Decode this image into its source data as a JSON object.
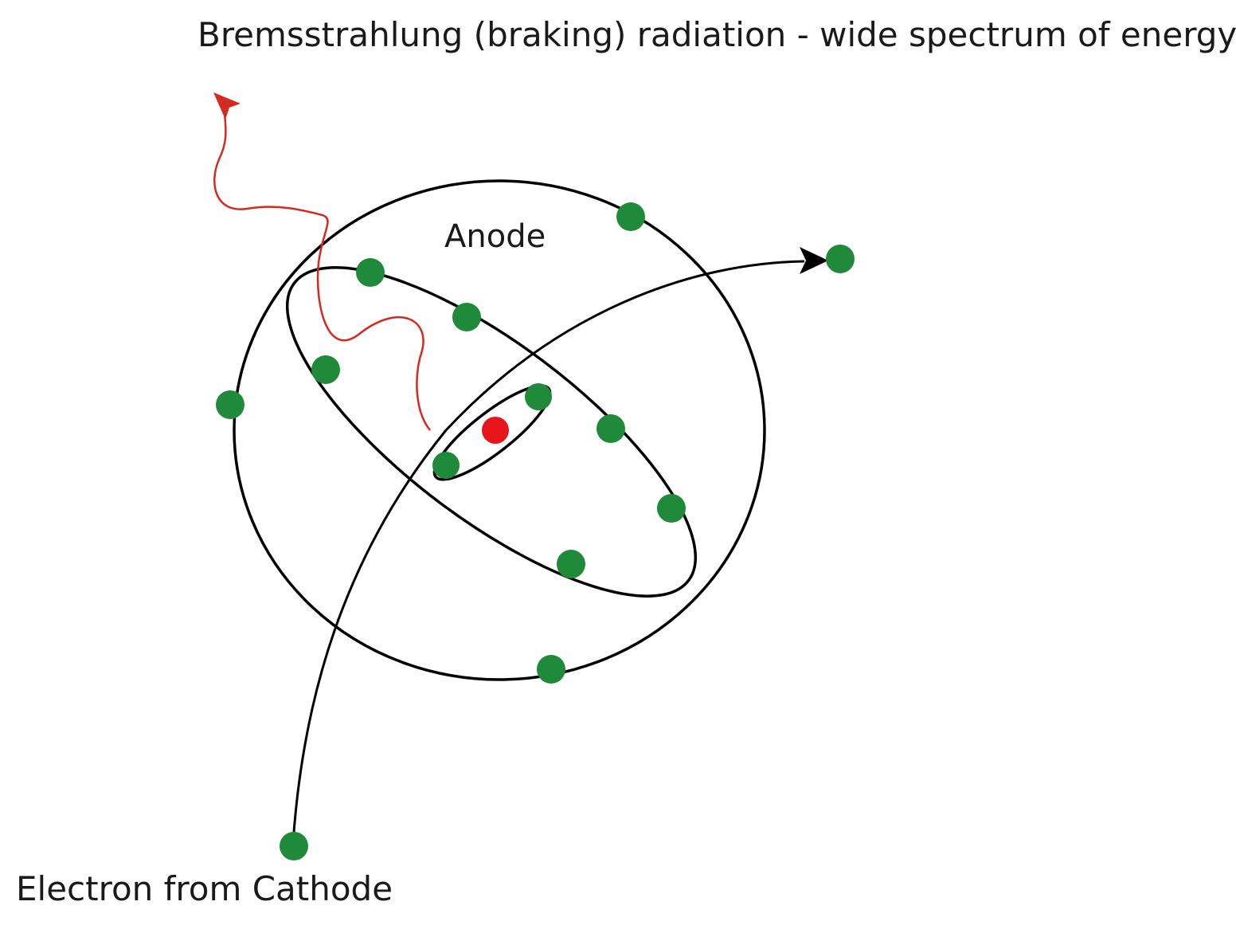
{
  "title": "Bremsstrahlung (braking) radiation - wide spectrum of energy",
  "anode_label": "Anode",
  "electron_label": "Electron from Cathode",
  "colors": {
    "electron": "#1f8a3a",
    "nucleus": "#e8141b",
    "radiation": "#d42a1f",
    "orbit": "#000000"
  }
}
